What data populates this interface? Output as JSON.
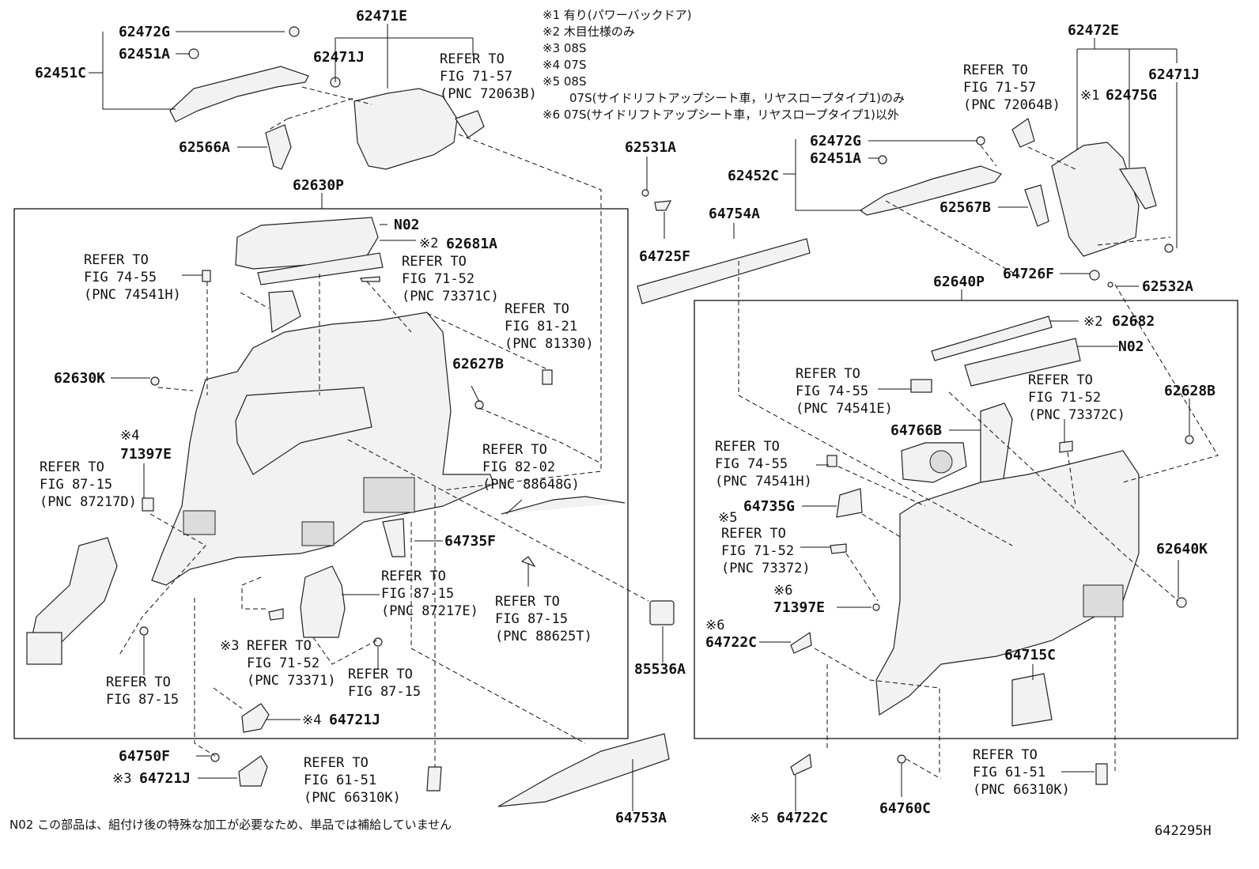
{
  "diagram_id": "642295H",
  "legend": [
    "※1 有り(パワーバックドア)",
    "※2 木目仕様のみ",
    "※3 08S",
    "※4 07S",
    "※5 08S",
    "07S(サイドリフトアップシート車，リヤスロープタイプ1)のみ",
    "※6 07S(サイドリフトアップシート車，リヤスロープタイプ1)以外"
  ],
  "footnote": "N02 この部品は、組付け後の特殊な加工が必要なため、単品では補給していません",
  "parts": {
    "p62472G_l": "62472G",
    "p62451A_l": "62451A",
    "p62451C": "62451C",
    "p62471E": "62471E",
    "p62471J_l": "62471J",
    "p62566A": "62566A",
    "p62630P": "62630P",
    "pN02_l": "N02",
    "p62681A": "62681A",
    "p62630K": "62630K",
    "p62627B": "62627B",
    "p71397E_l": "71397E",
    "p64735F": "64735F",
    "p64721J_a": "64721J",
    "p64750F": "64750F",
    "p64721J_b": "64721J",
    "p64753A": "64753A",
    "p85536A": "85536A",
    "p62531A": "62531A",
    "p64725F": "64725F",
    "p64754A": "64754A",
    "p62472E": "62472E",
    "p62471J_r": "62471J",
    "p62475G": "62475G",
    "p62472G_r": "62472G",
    "p62451A_r": "62451A",
    "p62452C": "62452C",
    "p62567B": "62567B",
    "p64726F": "64726F",
    "p62532A": "62532A",
    "p62640P": "62640P",
    "p62682": "62682",
    "pN02_r": "N02",
    "p62628B": "62628B",
    "p64766B": "64766B",
    "p64735G": "64735G",
    "p62640K": "62640K",
    "p71397E_r": "71397E",
    "p64722C_a": "64722C",
    "p64715C": "64715C",
    "p64722C_b": "64722C",
    "p64760C": "64760C"
  },
  "marks": {
    "m1": "※1",
    "m2a": "※2",
    "m2b": "※2",
    "m3a": "※3",
    "m3b": "※3",
    "m4a": "※4",
    "m4b": "※4",
    "m5a": "※5",
    "m5b": "※5",
    "m6a": "※6",
    "m6b": "※6"
  },
  "refs": {
    "r1": [
      "REFER TO",
      "FIG 71-57",
      "(PNC 72063B)"
    ],
    "r2": [
      "REFER TO",
      "FIG 74-55",
      "(PNC 74541H)"
    ],
    "r3": [
      "REFER TO",
      "FIG 71-52",
      "(PNC 73371C)"
    ],
    "r4": [
      "REFER TO",
      "FIG 81-21",
      "(PNC 81330)"
    ],
    "r5": [
      "REFER TO",
      "FIG 87-15",
      "(PNC 87217D)"
    ],
    "r6": [
      "REFER TO",
      "FIG 82-02",
      "(PNC 88648G)"
    ],
    "r7": [
      "REFER TO",
      "FIG 87-15",
      "(PNC 87217E)"
    ],
    "r8": [
      "REFER TO",
      "FIG 87-15",
      "(PNC 88625T)"
    ],
    "r9": [
      "REFER TO",
      "FIG 87-15"
    ],
    "r10": [
      "REFER TO",
      "FIG 71-52",
      "(PNC 73371)"
    ],
    "r11": [
      "REFER TO",
      "FIG 87-15"
    ],
    "r12": [
      "REFER TO",
      "FIG 61-51",
      "(PNC 66310K)"
    ],
    "r13": [
      "REFER TO",
      "FIG 71-57",
      "(PNC 72064B)"
    ],
    "r14": [
      "REFER TO",
      "FIG 74-55",
      "(PNC 74541E)"
    ],
    "r15": [
      "REFER TO",
      "FIG 71-52",
      "(PNC 73372C)"
    ],
    "r16": [
      "REFER TO",
      "FIG 74-55",
      "(PNC 74541H)"
    ],
    "r17": [
      "REFER TO",
      "FIG 71-52",
      "(PNC 73372)"
    ],
    "r18": [
      "REFER TO",
      "FIG 61-51",
      "(PNC 66310K)"
    ]
  }
}
